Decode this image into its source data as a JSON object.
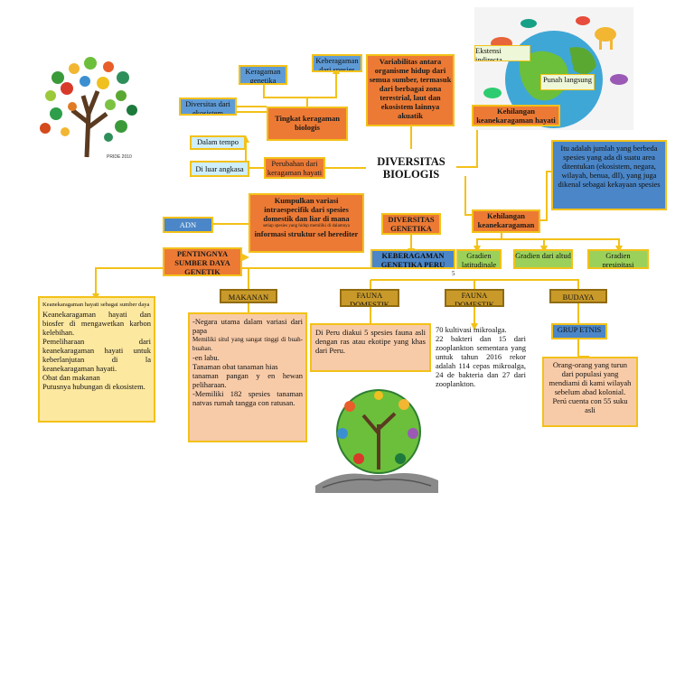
{
  "title": "DIVERSITAS BIOLOGIS",
  "nodes": {
    "keberagaman_genetika": "Keragaman genetika",
    "keberagaman_spesies": "Keberagaman dari spesies",
    "variabilitas": "Variabilitas antara organisme hidup dari semua sumber, termasuk dari berbagai zona terestrial, laut dan ekosistem lainnya akuatik",
    "diversitas_ekosistem": "Diversitas dari ekosistem",
    "tingkat_keragaman": "Tingkat keragaman biologis",
    "dalam_tempo": "Dalam tempo",
    "di_luar_angkasa": "Di luar angkasa",
    "perubahan": "Perubahan dari keragaman hayati",
    "ekstensi": "Ekstensi indirecta",
    "punah": "Punah langsung",
    "kehilangan_top": "Kehilangan keanekaragaman hayati",
    "definisi_spesies": "Itu adalah jumlah yang berbeda spesies yang ada di suatu area ditentukan (ekosistem, negara, wilayah, benua, dll), yang juga dikenal sebagai kekayaan spesies",
    "kumpulkan_a": "Kumpulkan variasi intraespecifik dari spesies domestik dan liar di mana",
    "kumpulkan_small": "setiap spesies yang hidup memiliki di dalamnya",
    "kumpulkan_b": "informasi struktur sel herediter",
    "adn": "ADN",
    "diversitas_genetika": "DIVERSITAS GENETIKA",
    "kehilangan_bottom": "Kehilangan keanekaragaman hayati",
    "pentingnya": "PENTINGNYA SUMBER DAYA GENETIK",
    "keberagaman_peru": "KEBERAGAMAN GENETIKA PERU",
    "gradien_lat": "Gradien latitudinale",
    "gradien_alt": "Gradien dari altud",
    "gradien_pres": "Gradien presipitasi",
    "makanan": "MAKANAN",
    "fauna1": "FAUNA DOMESTIK",
    "fauna2": "FAUNA DOMESTIK",
    "budaya": "BUDAYA",
    "grup_etnis": "GRUP ETNIS"
  },
  "texts": {
    "pentingnya_body": [
      "Keanekaragaman hayati sebagai sumber daya",
      "Keanekaragaman hayati dan biosfer di mengawetkan karbon kelebihan.",
      "Pemeliharaan dari keanekaragaman hayati untuk keberlanjutan di la keanekaragaman hayati.",
      "Obat dan makanan",
      "Putusnya hubungan di ekosistem."
    ],
    "makanan_body": [
      "-Negara utama dalam variasi dari papa",
      "Memiliki situl yang sangat tinggi di buah-buahan.",
      "-en labu.",
      "Tanaman obat tanaman hias",
      "tanaman pangan y en hewan peliharaan.",
      "-Memiliki 182 spesies tanaman natvas rumah tangga con ratusan."
    ],
    "fauna1_body": [
      "Di Peru diakui 5 spesies fauna asli dengan ras atau ekotipe yang khas dari Peru."
    ],
    "fauna2_body": [
      "70 kultivasi mikroalga.",
      "22 bakteri dan 15 dari zooplankton sementara yang untuk tahun 2016 rekor adalah 114 cepas mikroalga, 24 de bakteria dan 27 dari zooplankton."
    ],
    "budaya_body": [
      "Orang-orang yang turun dari populasi yang mendiami di kami wilayah sebelum abad kolonial.",
      "Perú cuenta con 55 suku asli"
    ],
    "tree_caption": "PRIDE 2010",
    "page_num": "5"
  },
  "colors": {
    "orange": "#ec7a35",
    "blue": "#4a86c8",
    "light_blue": "#cdeefa",
    "green": "#9bd15a",
    "gold": "#c99a2a",
    "peach": "#f8cba8",
    "connector": "#f3c118"
  }
}
